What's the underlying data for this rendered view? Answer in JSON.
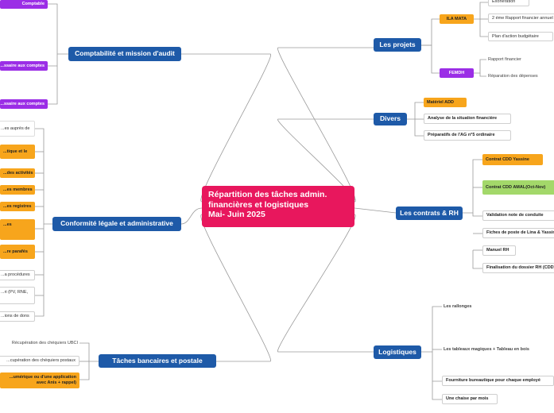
{
  "title": {
    "line1": "Répartition des tâches admin.",
    "line2": "financières et logistiques",
    "line3": "Mai- Juin 2025"
  },
  "branches": {
    "projets": {
      "label": "Les projets",
      "ila_mata": {
        "label": "ILA MATA",
        "items": [
          "Exonération",
          "2 éme Rapport financier annuel",
          "Plan d'action budgétaire"
        ]
      },
      "femdh": {
        "label": "FEMDH",
        "items": [
          "Rapport financier",
          "Réparation des dépenses"
        ]
      }
    },
    "divers": {
      "label": "Divers",
      "items": [
        "Matériel ADD",
        "Analyse de la situation financière",
        "Préparatifs de l'AG n°5  ordinaire"
      ]
    },
    "contrats": {
      "label": "Les contrats & RH",
      "items": [
        "Contrat CDD Yassine",
        "Contrat CDD AMAL(Oct-Nov)",
        "Validation note de conduite",
        "Fiches de poste de Lina & Yassine",
        "Manuel RH",
        "Finalisation du dossier RH (CDD)"
      ]
    },
    "logistiques": {
      "label": "Logistiques",
      "items": [
        "Les rallonges",
        "Les tableaux magiques + Tableau en bois",
        "Fourniture bureautique pour chaque employé",
        "Une chaise par mois"
      ]
    },
    "comptabilite": {
      "label": "Comptabilité et mission d'audit",
      "items": [
        "Comptable",
        "...ssaire aux comptes",
        "...ssaire aux comptes"
      ]
    },
    "conformite": {
      "label": "Conformité légale et administrative",
      "items": [
        "...es auprès de",
        "...tique et le",
        "...des activités",
        "...es membres",
        "...es registres",
        "...es",
        "...re parafés",
        "...a procédures",
        "...ri (PV, RNE,",
        "...ions de dons"
      ]
    },
    "bancaires": {
      "label": "Tâches bancaires et postale",
      "items": [
        "Récupération des chéquiers UBCI",
        "...cupération des chéquiers postaux",
        "...umérique ou d'une application",
        "avec Anis + rappel)"
      ]
    }
  }
}
